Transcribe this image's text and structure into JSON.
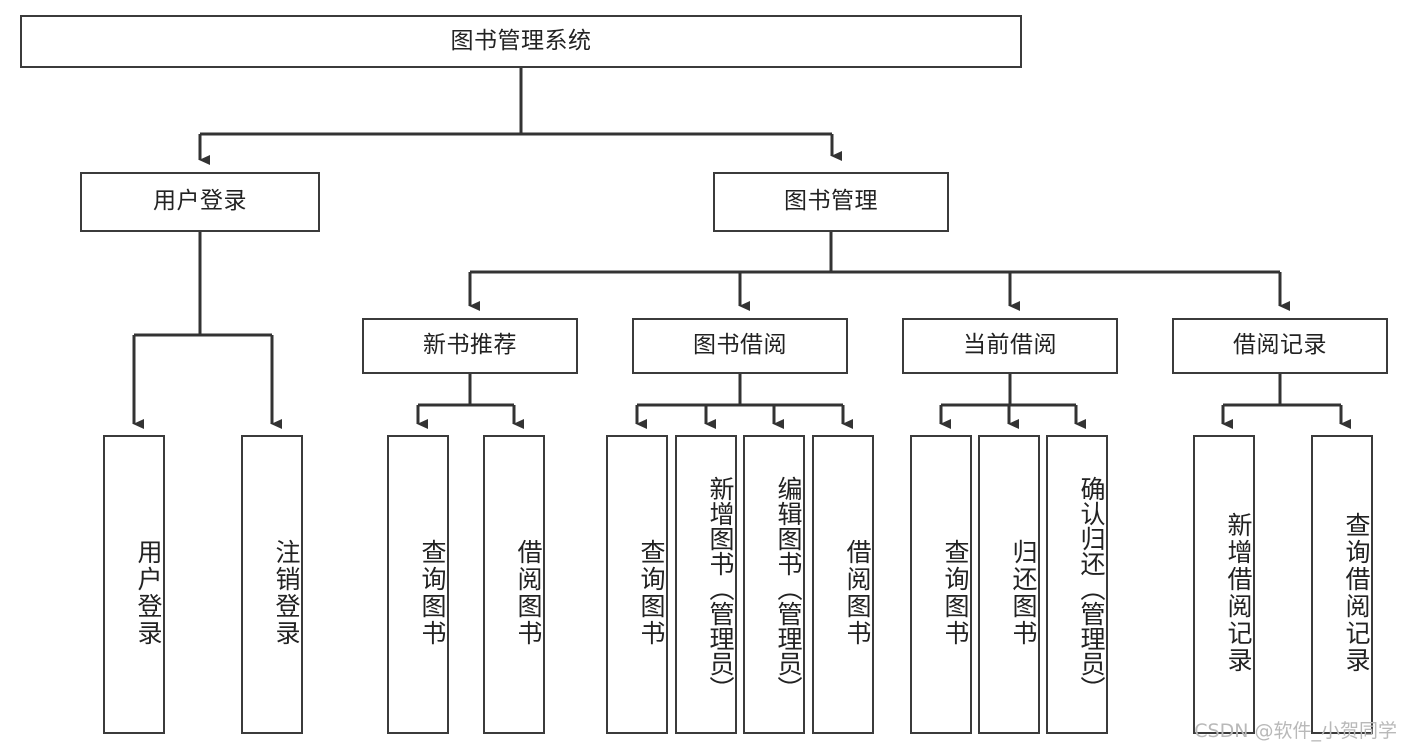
{
  "diagram": {
    "title": "图书管理系统",
    "type": "tree",
    "watermark": "CSDN @软件_小贺同学",
    "colors": {
      "box_border": "#3b3b3b",
      "box_fill": "#ffffff",
      "connector": "#333333",
      "text": "#222222",
      "watermark": "#b9b9b9",
      "background": "#ffffff"
    },
    "root": {
      "label": "图书管理系统"
    },
    "level2": [
      {
        "label": "用户登录"
      },
      {
        "label": "图书管理"
      }
    ],
    "level3": [
      {
        "label": "新书推荐"
      },
      {
        "label": "图书借阅"
      },
      {
        "label": "当前借阅"
      },
      {
        "label": "借阅记录"
      }
    ],
    "leaves": {
      "user_login": [
        {
          "label": "用户登录"
        },
        {
          "label": "注销登录"
        }
      ],
      "new_book_recommend": [
        {
          "label": "查询图书"
        },
        {
          "label": "借阅图书"
        }
      ],
      "book_borrow": [
        {
          "label": "查询图书"
        },
        {
          "label": "新增图书（管理员）"
        },
        {
          "label": "编辑图书（管理员）"
        },
        {
          "label": "借阅图书"
        }
      ],
      "current_borrow": [
        {
          "label": "查询图书"
        },
        {
          "label": "归还图书"
        },
        {
          "label": "确认归还（管理员）"
        }
      ],
      "borrow_records": [
        {
          "label": "新增借阅记录"
        },
        {
          "label": "查询借阅记录"
        }
      ]
    }
  }
}
